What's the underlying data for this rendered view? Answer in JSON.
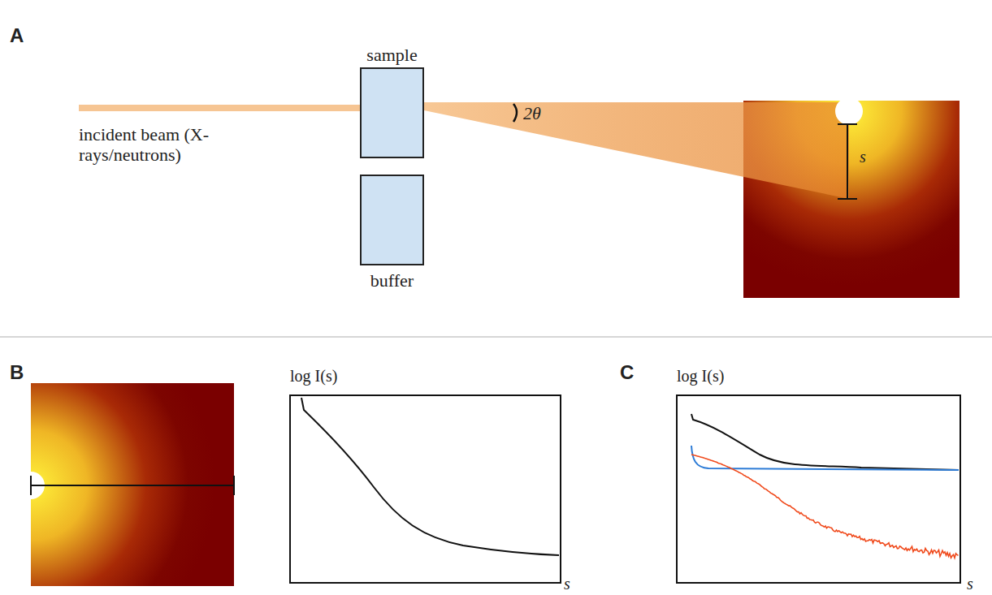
{
  "diagram": {
    "nodes": [
      {
        "text": [
          "sample"
        ]
      },
      {
        "text": [
          "buffer"
        ]
      }
    ],
    "labels": [
      "A",
      "incident beam (X-rays/neutrons)",
      "2θ",
      "s",
      "B",
      "log I(s)",
      "s",
      "C",
      "log I(s)",
      "s"
    ]
  }
}
